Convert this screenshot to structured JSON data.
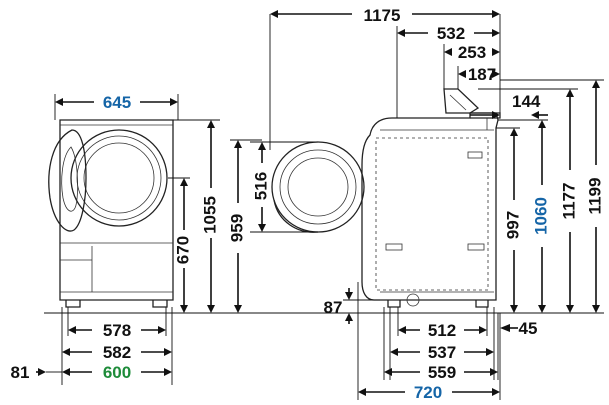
{
  "colors": {
    "line": "#111111",
    "emphasis_blue": "#1565a7",
    "emphasis_green": "#1e8c3a"
  },
  "dimensions": {
    "front_width": "645",
    "front_height": "1055",
    "door_center_height": "670",
    "door_open_overall": "959",
    "door_diameter": "516",
    "overall_depth": "1175",
    "depth_532": "532",
    "depth_253": "253",
    "depth_187": "187",
    "depth_144": "144",
    "side_height_997": "997",
    "side_height_1060": "1060",
    "side_height_1177": "1177",
    "side_height_1199": "1199",
    "base_clearance": "87",
    "offset_45": "45",
    "offset_81": "81",
    "front_578": "578",
    "front_582": "582",
    "front_600": "600",
    "side_512": "512",
    "side_537": "537",
    "side_559": "559",
    "side_720": "720"
  },
  "icons": {
    "front_view": "washer-front-icon",
    "door": "round-door-icon",
    "side_view": "washer-side-icon"
  }
}
